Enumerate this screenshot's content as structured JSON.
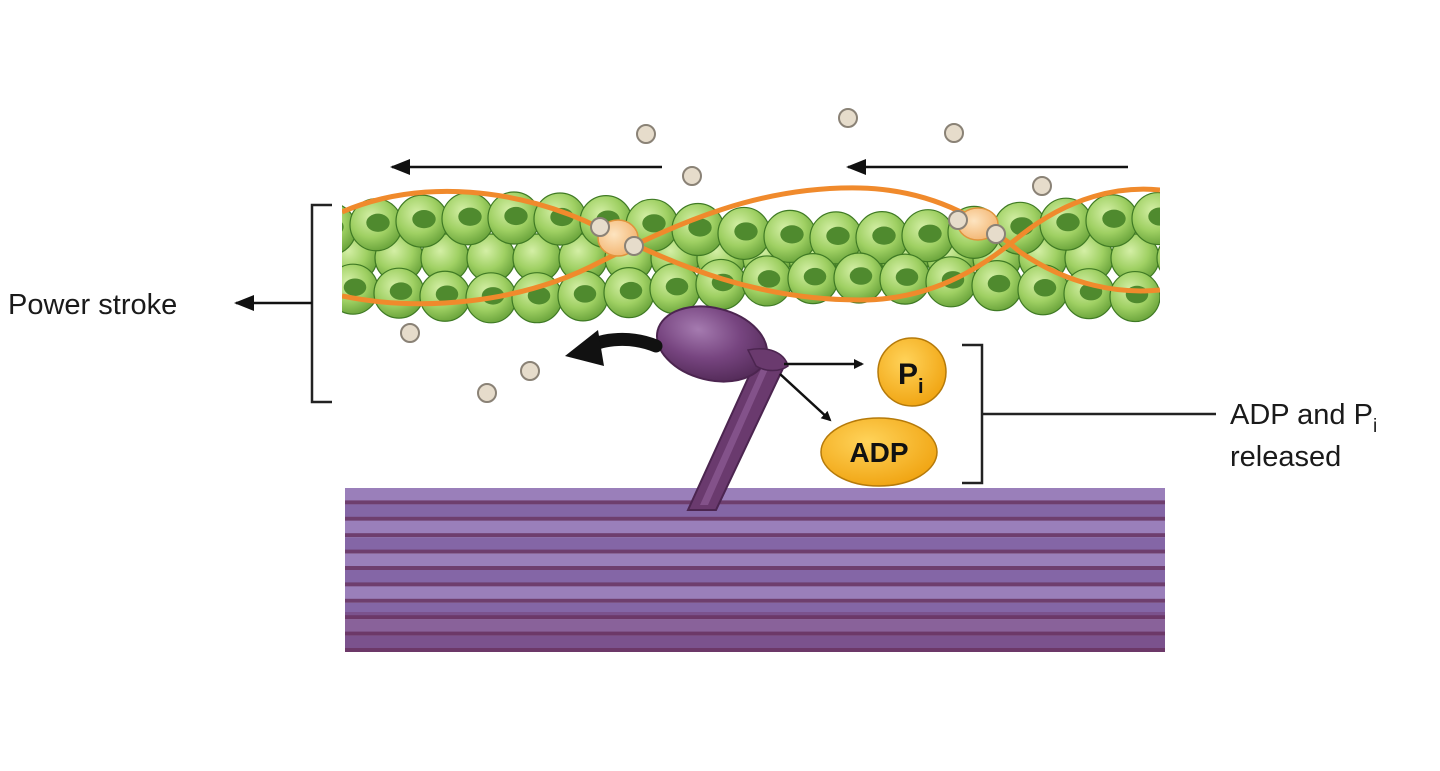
{
  "labels": {
    "power_stroke": "Power stroke",
    "released_line1": "ADP and P",
    "released_sub": "i",
    "released_line2": "released",
    "pi_main": "P",
    "pi_sub": "i",
    "adp": "ADP"
  },
  "colors": {
    "actin_light": "#b3dd7a",
    "actin_mid": "#8cc653",
    "actin_dark": "#4f8a2e",
    "actin_outline": "#3f7a24",
    "tropomyosin": "#f08a2c",
    "troponin": "#f7c98e",
    "myosin_head": "#6d3f72",
    "myosin_head_light": "#9b6fa3",
    "thick_filament_light": "#9a7fba",
    "thick_filament_dark": "#6e3e6e",
    "molecule_fill": "#e6dccb",
    "molecule_stroke": "#8a8276",
    "phosphate_fill": "#f7b21c",
    "arrow": "#111111"
  }
}
